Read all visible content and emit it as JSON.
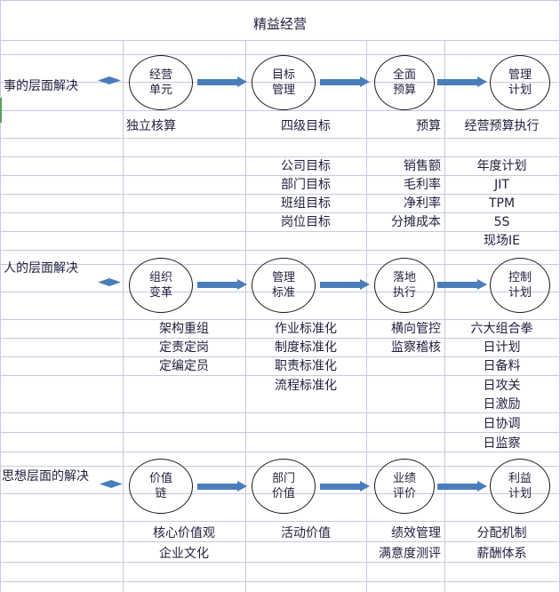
{
  "title": "精益经营",
  "colors": {
    "arrow": "#4a7ebb",
    "grid": "#c9c9de",
    "text": "#1f1f3d",
    "node_border": "#1a1a1a"
  },
  "columns": [
    {
      "name": "row-label",
      "header": ""
    },
    {
      "name": "stage-1",
      "header": ""
    },
    {
      "name": "stage-2",
      "header": ""
    },
    {
      "name": "stage-3",
      "header": ""
    },
    {
      "name": "stage-4",
      "header": ""
    }
  ],
  "rows": [
    {
      "id": "shi",
      "label": "事的层面解决",
      "bullet": "diamond",
      "nodes": [
        {
          "line1": "经营",
          "line2": "单元"
        },
        {
          "line1": "目标",
          "line2": "管理"
        },
        {
          "line1": "全面",
          "line2": "预算"
        },
        {
          "line1": "管理",
          "line2": "计划"
        }
      ],
      "arrows": [
        "arrow-1",
        "arrow-2",
        "arrow-3"
      ],
      "headings": [
        "独立核算",
        "四级目标",
        "预算",
        "经营预算执行"
      ],
      "details": [
        [],
        [
          "公司目标",
          "部门目标",
          "班组目标",
          "岗位目标"
        ],
        [
          "销售额",
          "毛利率",
          "净利率",
          "分摊成本"
        ],
        [
          "年度计划",
          "JIT",
          "TPM",
          "5S",
          "现场IE"
        ]
      ]
    },
    {
      "id": "ren",
      "label": "人的层面解决",
      "bullet": "diamond",
      "nodes": [
        {
          "line1": "组织",
          "line2": "变革"
        },
        {
          "line1": "管理",
          "line2": "标准"
        },
        {
          "line1": "落地",
          "line2": "执行"
        },
        {
          "line1": "控制",
          "line2": "计划"
        }
      ],
      "arrows": [
        "arrow-1",
        "arrow-2",
        "arrow-3"
      ],
      "headings": [
        "架构重组",
        "作业标准化",
        "横向管控",
        "六大组合拳"
      ],
      "details": [
        [
          "定责定岗",
          "定编定员"
        ],
        [
          "制度标准化",
          "职责标准化",
          "流程标准化"
        ],
        [
          "监察稽核"
        ],
        [
          "日计划",
          "日备料",
          "日攻关",
          "日激励",
          "日协调",
          "日监察"
        ]
      ]
    },
    {
      "id": "sixiang",
      "label": "思想层面的解决",
      "bullet": "diamond",
      "nodes": [
        {
          "line1": "价值",
          "line2": "链"
        },
        {
          "line1": "部门",
          "line2": "价值"
        },
        {
          "line1": "业绩",
          "line2": "评价"
        },
        {
          "line1": "利益",
          "line2": "计划"
        }
      ],
      "arrows": [
        "arrow-1",
        "arrow-2",
        "arrow-3"
      ],
      "headings": [
        "核心价值观",
        "活动价值",
        "绩效管理",
        "分配机制"
      ],
      "details": [
        [
          "企业文化"
        ],
        [],
        [
          "满意度测评"
        ],
        [
          "薪酬体系"
        ]
      ]
    }
  ]
}
